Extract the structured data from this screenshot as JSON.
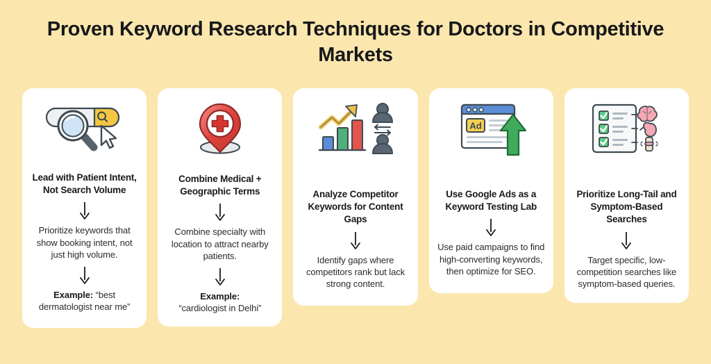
{
  "page": {
    "title": "Proven Keyword Research Techniques for Doctors in Competitive Markets",
    "background_color": "#fbe7ae",
    "card_color": "#ffffff",
    "text_color": "#19191b"
  },
  "cards": [
    {
      "icon_name": "search-bar-magnifier-icon",
      "heading": "Lead with Patient Intent, Not Search Volume",
      "body": "Prioritize keywords that show booking intent, not just high volume.",
      "example_label": "Example:",
      "example_text": "“best dermatologist near me”"
    },
    {
      "icon_name": "medical-location-pin-icon",
      "heading": "Combine Medical + Geographic Terms",
      "body": "Combine specialty with location to attract nearby patients.",
      "example_label": "Example:",
      "example_text": "“cardiologist in Delhi”"
    },
    {
      "icon_name": "bar-chart-growth-competitors-icon",
      "heading": "Analyze Competitor Keywords for Content Gaps",
      "body": "Identify gaps where competitors rank but lack strong content.",
      "example_label": "",
      "example_text": ""
    },
    {
      "icon_name": "browser-ad-green-arrow-icon",
      "heading": "Use Google Ads as a Keyword Testing Lab",
      "body": "Use paid campaigns to find high-converting keywords, then optimize for SEO.",
      "example_label": "",
      "example_text": ""
    },
    {
      "icon_name": "symptom-checklist-organs-icon",
      "heading": "Prioritize Long-Tail and Symptom-Based Searches",
      "body": "Target specific, low-competition searches like symptom-based queries.",
      "example_label": "",
      "example_text": ""
    }
  ],
  "icon_labels": {
    "ad_badge": "Ad"
  }
}
